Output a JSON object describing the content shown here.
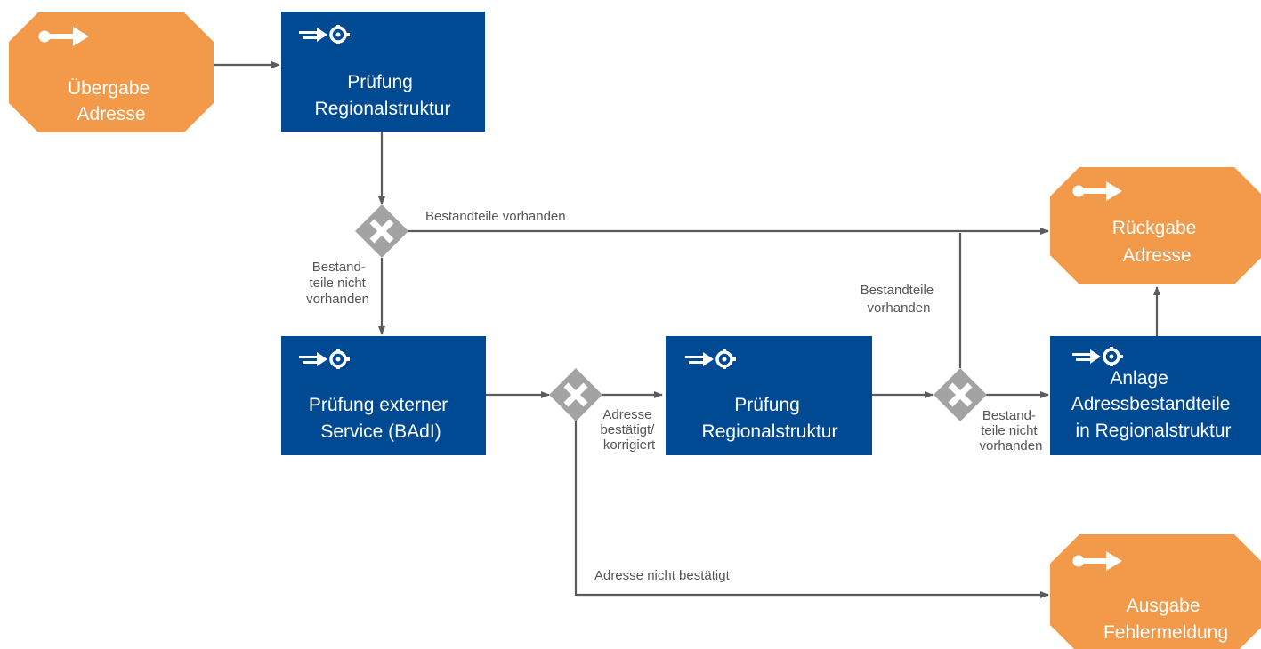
{
  "colors": {
    "event": "#f29a4a",
    "task": "#004a93",
    "gateway": "#a3a3a3",
    "edge": "#5b5b5b",
    "label": "#555555"
  },
  "nodes": {
    "start_event": [
      "Übergabe",
      "Adresse"
    ],
    "task_check_region_1": [
      "Prüfung",
      "Regionalstruktur"
    ],
    "task_check_external": [
      "Prüfung externer",
      "Service (BAdI)"
    ],
    "task_check_region_2": [
      "Prüfung",
      "Regionalstruktur"
    ],
    "task_create_components": [
      "Anlage",
      "Adressbestandteile",
      "in Regionalstruktur"
    ],
    "end_event_return": [
      "Rückgabe",
      "Adresse"
    ],
    "end_event_error": [
      "Ausgabe",
      "Fehlermeldung"
    ]
  },
  "icons": {
    "event": "event-arrow-icon",
    "task": "service-task-icon",
    "gateway": "exclusive-gateway-icon"
  },
  "edge_labels": {
    "g1_present": "Bestandteile vorhanden",
    "g1_not_present": [
      "Bestand-",
      "teile nicht",
      "vorhanden"
    ],
    "g2_confirmed": [
      "Adresse",
      "bestätigt/",
      "korrigiert"
    ],
    "g2_not_confirmed": "Adresse nicht bestätigt",
    "g3_present": [
      "Bestandteile",
      "vorhanden"
    ],
    "g3_not_present": [
      "Bestand-",
      "teile nicht",
      "vorhanden"
    ]
  }
}
